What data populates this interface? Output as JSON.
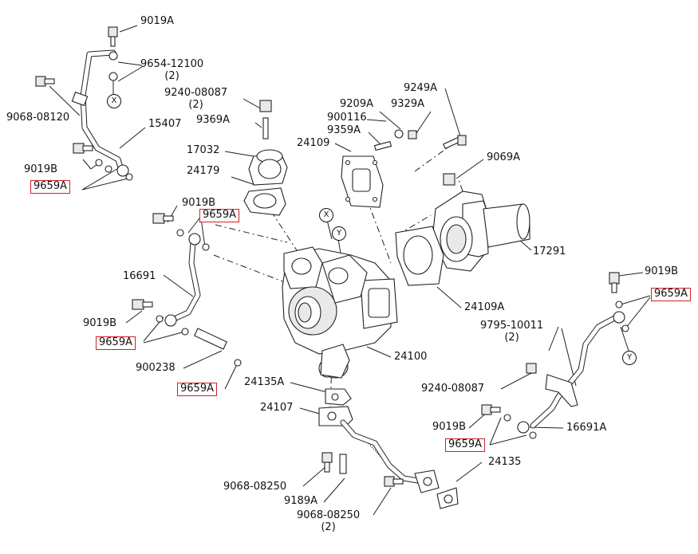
{
  "labels": {
    "l_9019A": "9019A",
    "l_9654": "9654-12100\n(2)",
    "l_9068_08120": "9068-08120",
    "l_9240_08087_a": "9240-08087\n(2)",
    "l_15407": "15407",
    "l_9369A": "9369A",
    "l_17032": "17032",
    "l_24179": "24179",
    "l_9019B_a": "9019B",
    "l_9659A_1": "9659A",
    "l_9019B_b": "9019B",
    "l_9659A_2": "9659A",
    "l_16691": "16691",
    "l_9019B_c": "9019B",
    "l_9659A_3": "9659A",
    "l_900238": "900238",
    "l_9659A_4": "9659A",
    "l_9209A": "9209A",
    "l_9329A": "9329A",
    "l_9249A": "9249A",
    "l_900116": "900116",
    "l_9359A": "9359A",
    "l_24109": "24109",
    "l_9069A": "9069A",
    "l_17291": "17291",
    "l_24109A": "24109A",
    "l_9019B_d": "9019B",
    "l_9659A_5": "9659A",
    "l_9795": "9795-10011\n(2)",
    "l_24100": "24100",
    "l_24135A": "24135A",
    "l_9240_08087_b": "9240-08087",
    "l_24107": "24107",
    "l_9019B_e": "9019B",
    "l_16691A": "16691A",
    "l_9659A_6": "9659A",
    "l_24135": "24135",
    "l_9068_08250_a": "9068-08250",
    "l_9189A": "9189A",
    "l_9068_08250_b": "9068-08250\n(2)"
  },
  "markers": {
    "x_top": "X",
    "x_mid": "X",
    "y_mid": "Y",
    "y_right": "Y"
  },
  "colors": {
    "highlight": "#d0202a",
    "ink": "#111111"
  }
}
